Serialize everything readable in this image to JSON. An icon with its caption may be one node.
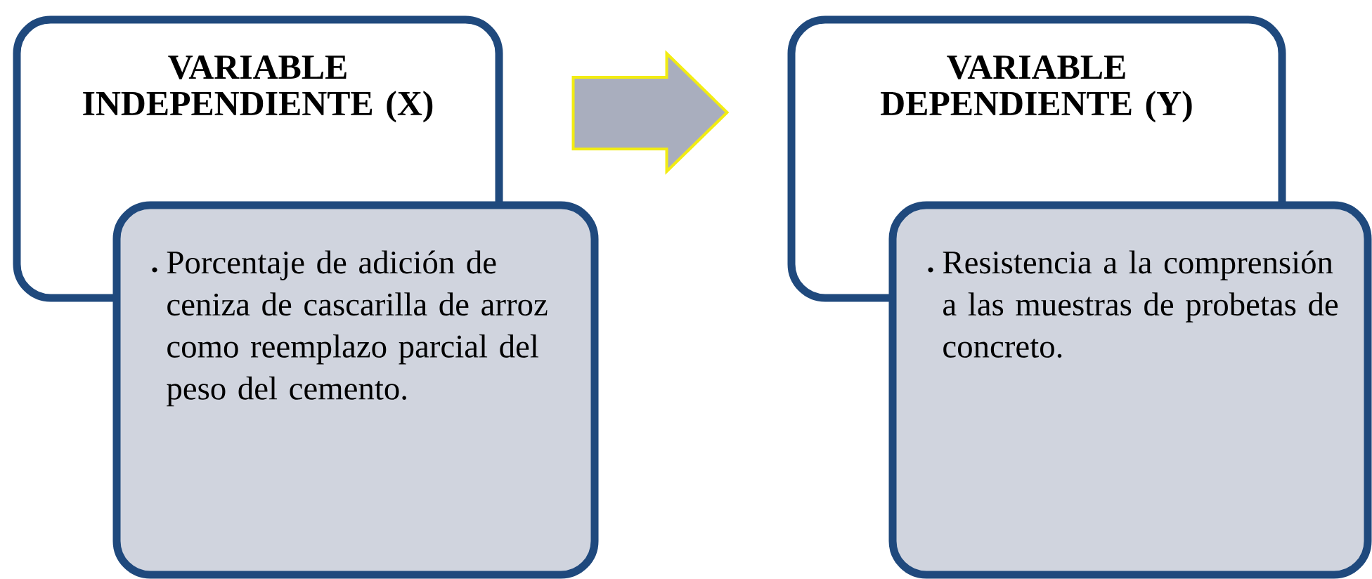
{
  "diagram": {
    "nodes": [
      {
        "text": [
          "VARIABLE INDEPENDIENTE (X)"
        ]
      },
      {
        "text": [
          "Porcentaje de adición de ceniza de cascarilla de arroz como reemplazo parcial del peso del cemento."
        ]
      },
      {
        "text": [
          "VARIABLE DEPENDIENTE (Y)"
        ]
      },
      {
        "text": [
          "Resistencia a la comprensión a las muestras de probetas de concreto."
        ]
      }
    ],
    "edges": [
      {
        "from": 0,
        "to": 2,
        "arrow": "to"
      }
    ]
  }
}
